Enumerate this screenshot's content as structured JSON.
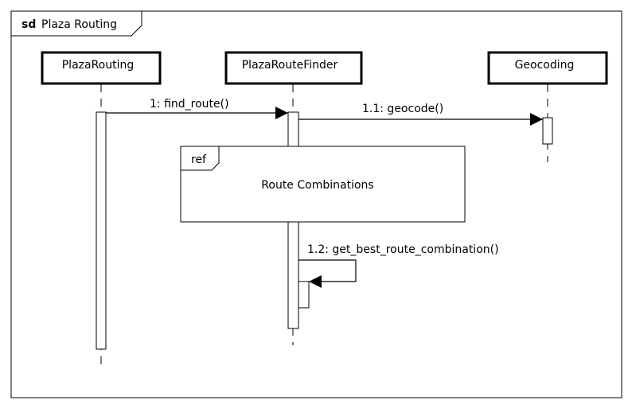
{
  "frame": {
    "keyword": "sd",
    "name": "Plaza Routing"
  },
  "lifelines": [
    {
      "id": "plaza-routing",
      "label": "PlazaRouting"
    },
    {
      "id": "plaza-route-finder",
      "label": "PlazaRouteFinder"
    },
    {
      "id": "geocoding",
      "label": "Geocoding"
    }
  ],
  "messages": [
    {
      "id": "find-route",
      "label": "1: find_route()"
    },
    {
      "id": "geocode",
      "label": "1.1: geocode()"
    },
    {
      "id": "get-best-route-combination",
      "label": "1.2: get_best_route_combination()"
    }
  ],
  "ref_fragment": {
    "keyword": "ref",
    "label": "Route Combinations"
  }
}
